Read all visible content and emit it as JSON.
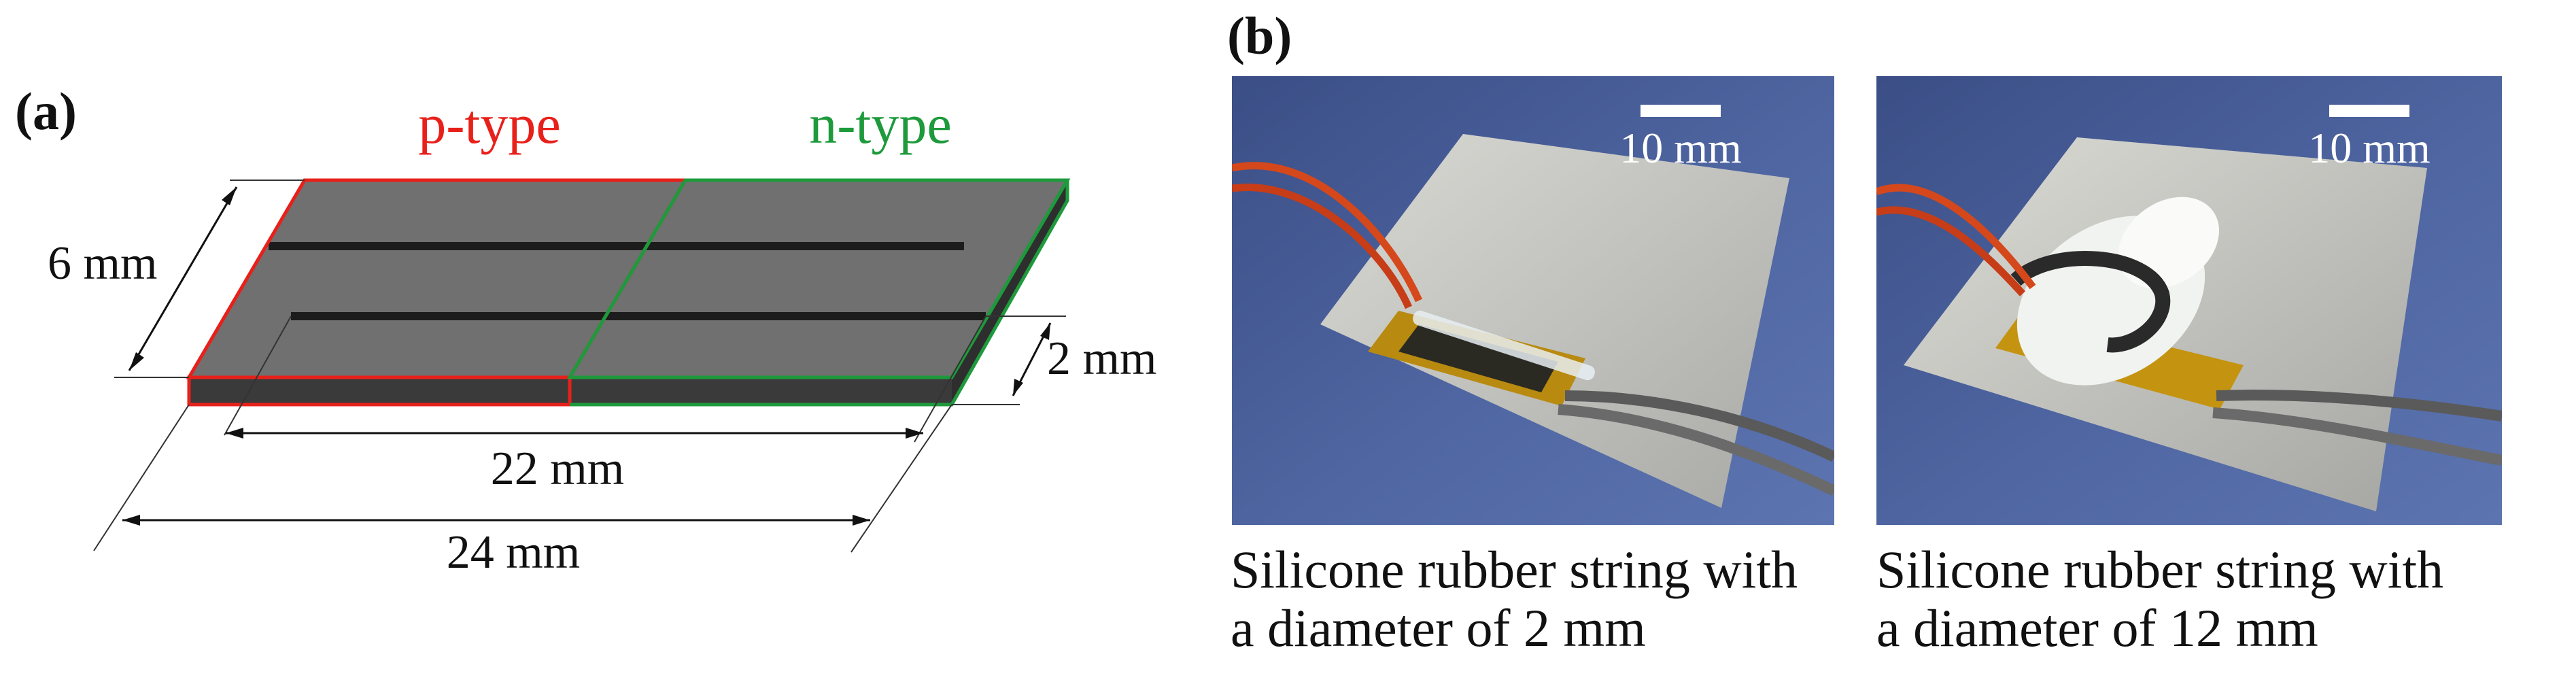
{
  "panel_a": {
    "label": "(a)",
    "p_type_label": "p-type",
    "n_type_label": "n-type",
    "dim_6": "6 mm",
    "dim_2": "2 mm",
    "dim_22": "22 mm",
    "dim_24": "24 mm",
    "colors": {
      "p_type": "#e8201a",
      "n_type": "#1e9a3c",
      "plate": "#6f6f6f",
      "stripe": "#1c1c1c"
    }
  },
  "panel_b": {
    "label": "(b)",
    "photos": [
      {
        "scalebar_label": "10 mm",
        "caption_line1": "Silicone rubber string with",
        "caption_line2": "a diameter of 2 mm"
      },
      {
        "scalebar_label": "10 mm",
        "caption_line1": "Silicone rubber string with",
        "caption_line2": "a diameter of 12 mm"
      }
    ]
  }
}
